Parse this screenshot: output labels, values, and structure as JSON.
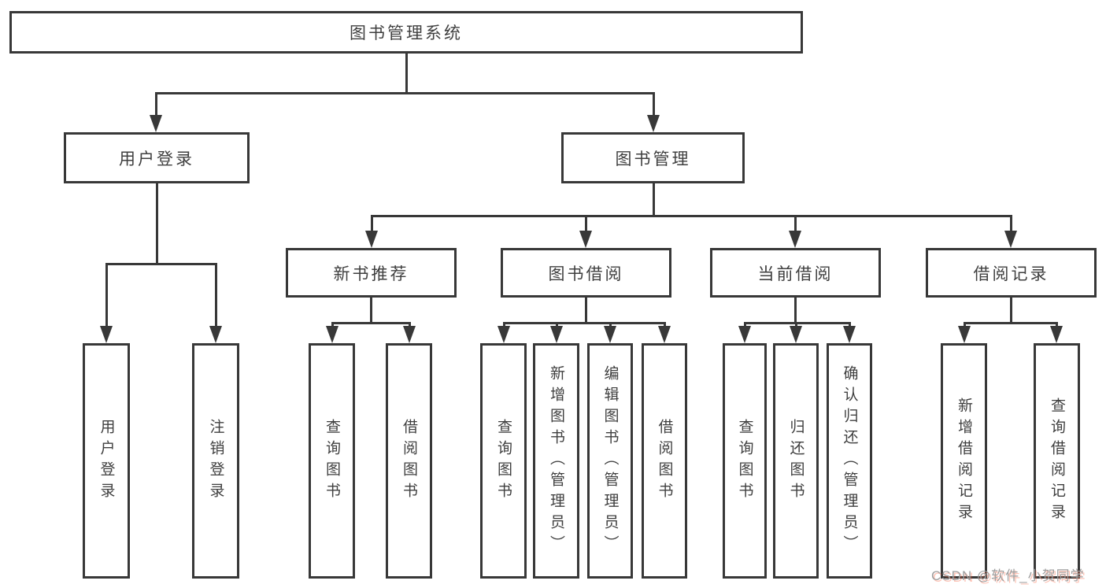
{
  "diagram_type": "hierarchy-tree",
  "tree": {
    "label": "图书管理系统",
    "children": [
      {
        "label": "用户登录",
        "children": [
          {
            "label": "用户登录"
          },
          {
            "label": "注销登录"
          }
        ]
      },
      {
        "label": "图书管理",
        "children": [
          {
            "label": "新书推荐",
            "children": [
              {
                "label": "查询图书"
              },
              {
                "label": "借阅图书"
              }
            ]
          },
          {
            "label": "图书借阅",
            "children": [
              {
                "label": "查询图书"
              },
              {
                "label": "新增图书（管理员）"
              },
              {
                "label": "编辑图书（管理员）"
              },
              {
                "label": "借阅图书"
              }
            ]
          },
          {
            "label": "当前借阅",
            "children": [
              {
                "label": "查询图书"
              },
              {
                "label": "归还图书"
              },
              {
                "label": "确认归还（管理员）"
              }
            ]
          },
          {
            "label": "借阅记录",
            "children": [
              {
                "label": "新增借阅记录"
              },
              {
                "label": "查询借阅记录"
              }
            ]
          }
        ]
      }
    ]
  },
  "watermark": {
    "text": "CSDN @软件_小贺同学"
  },
  "colors": {
    "background": "#ffffff",
    "box_border": "#383838",
    "connector_line": "#383838",
    "text": "#3f3f3f",
    "watermark_gray": "#9e9e9e",
    "watermark_red": "#fc5531"
  }
}
